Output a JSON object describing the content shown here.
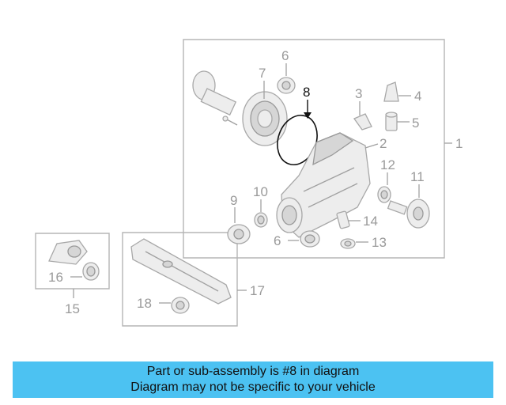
{
  "callouts": {
    "c1": "1",
    "c2": "2",
    "c3": "3",
    "c4": "4",
    "c5": "5",
    "c6_top": "6",
    "c6_bottom": "6",
    "c7": "7",
    "c8": "8",
    "c9": "9",
    "c10": "10",
    "c11": "11",
    "c12": "12",
    "c13": "13",
    "c14": "14",
    "c15": "15",
    "c16": "16",
    "c17": "17",
    "c18": "18"
  },
  "highlighted_part": "8",
  "banner": {
    "line1": "Part or sub-assembly is #8 in diagram",
    "line2": "Diagram may not be specific to your vehicle",
    "background": "#4cc2f2"
  }
}
